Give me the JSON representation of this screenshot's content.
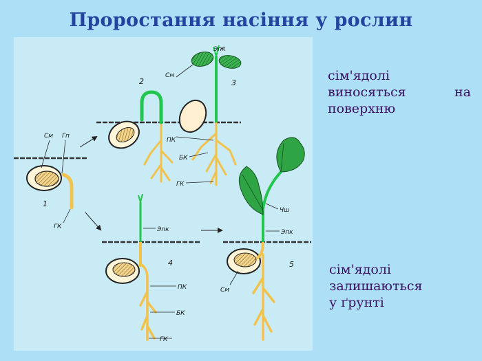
{
  "title": "Проростання насіння у рослин",
  "notes": {
    "top_line1": "сім'ядолі",
    "top_line2a": "виносяться",
    "top_line2b": "на",
    "top_line3": "поверхню",
    "bottom_line1": "сім'ядолі",
    "bottom_line2": "залишаються",
    "bottom_line3": "у ґрунті"
  },
  "diagram": {
    "stage_numbers": [
      "1",
      "2",
      "3",
      "4",
      "5"
    ],
    "labels": {
      "sm": "См",
      "gp": "Гп",
      "gk": "ГК",
      "pk": "ПК",
      "bk": "БК",
      "epk": "Эпк",
      "chsh": "Чш"
    }
  },
  "colors": {
    "background": "#ade0f6",
    "panel": "#c9ebf5",
    "title": "#2444a0",
    "note_text": "#3a1060",
    "root": "#f2c24e",
    "shoot": "#22c54e",
    "leaf": "#2fa444"
  }
}
